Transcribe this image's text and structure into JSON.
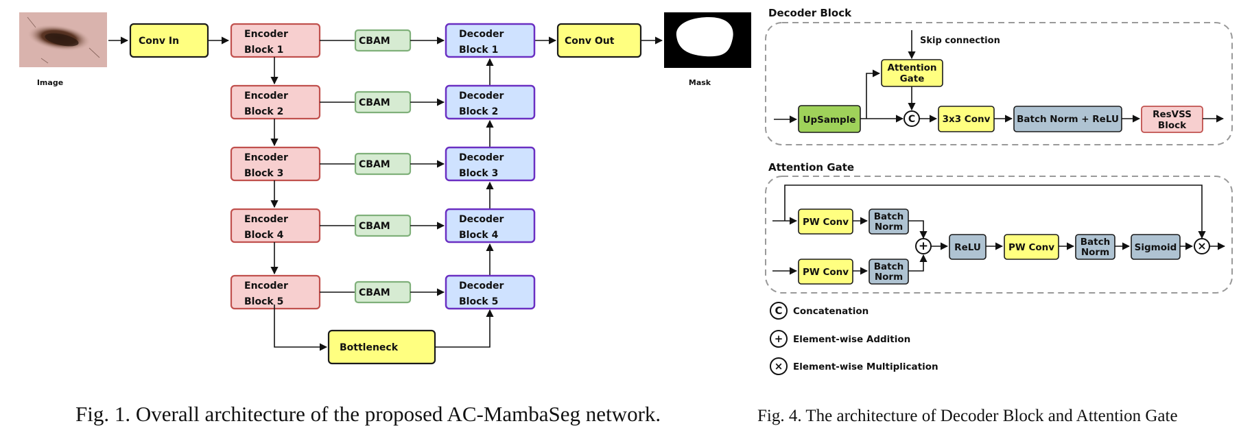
{
  "fig1": {
    "image_label": "Image",
    "mask_label": "Mask",
    "conv_in": "Conv In",
    "conv_out": "Conv Out",
    "bottleneck": "Bottleneck",
    "cbam": "CBAM",
    "encoder": [
      [
        "Encoder",
        "Block 1"
      ],
      [
        "Encoder",
        "Block 2"
      ],
      [
        "Encoder",
        "Block 3"
      ],
      [
        "Encoder",
        "Block 4"
      ],
      [
        "Encoder",
        "Block 5"
      ]
    ],
    "decoder": [
      [
        "Decoder",
        "Block 1"
      ],
      [
        "Decoder",
        "Block 2"
      ],
      [
        "Decoder",
        "Block 3"
      ],
      [
        "Decoder",
        "Block 4"
      ],
      [
        "Decoder",
        "Block 5"
      ]
    ],
    "caption": "Fig. 1. Overall architecture of the proposed AC-MambaSeg network."
  },
  "fig4": {
    "decoder_title": "Decoder Block",
    "skip": "Skip connection",
    "att_gate_line1": "Attention",
    "att_gate_line2": "Gate",
    "upsample": "UpSample",
    "concat_symbol": "C",
    "conv3": "3x3 Conv",
    "bn_relu": "Batch Norm + ReLU",
    "resvss_line1": "ResVSS",
    "resvss_line2": "Block",
    "attention_title": "Attention Gate",
    "pw_conv": "PW Conv",
    "batch": "Batch",
    "norm": "Norm",
    "relu": "ReLU",
    "sigmoid": "Sigmoid",
    "plus_symbol": "+",
    "times_symbol": "×",
    "legend": [
      {
        "symbol": "C",
        "label": "Concatenation"
      },
      {
        "symbol": "+",
        "label": "Element-wise Addition"
      },
      {
        "symbol": "×",
        "label": "Element-wise Multiplication"
      }
    ],
    "caption": "Fig. 4. The architecture of Decoder Block and Attention Gate"
  }
}
